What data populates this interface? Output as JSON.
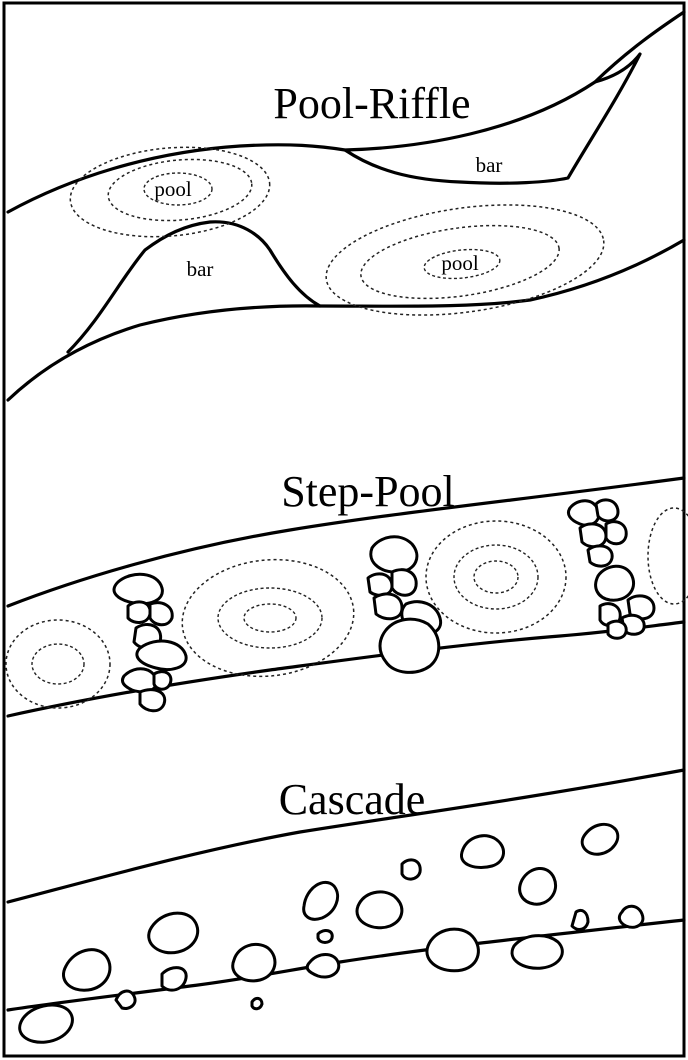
{
  "figure": {
    "panels": [
      {
        "id": "pool-riffle",
        "title": "Pool-Riffle",
        "labels": [
          "pool",
          "bar",
          "bar",
          "pool"
        ]
      },
      {
        "id": "step-pool",
        "title": "Step-Pool"
      },
      {
        "id": "cascade",
        "title": "Cascade"
      }
    ]
  },
  "colors": {
    "line": "#000000",
    "background": "#ffffff"
  }
}
